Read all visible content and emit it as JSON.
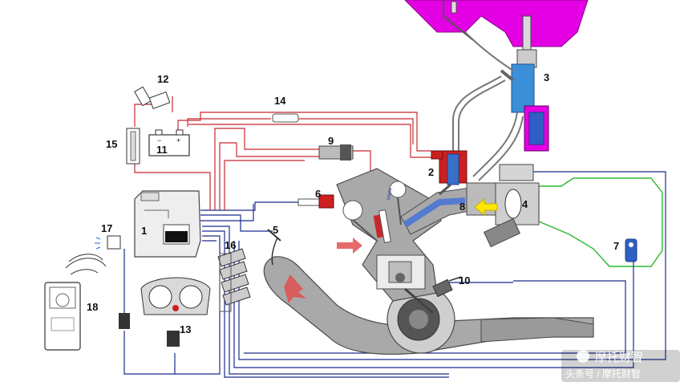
{
  "colors": {
    "harness_red": "#c8282d",
    "harness_blue": "#1c2b8f",
    "airbox_green": "#2eb82e",
    "fuel_tank_magenta": "#e300e3",
    "injector_red": "#cc1f1f",
    "engine_grey": "#a9a9a9",
    "engine_outline": "#4a4a4a",
    "intake_blue": "#3e6fd8",
    "arrow_yellow": "#ffe600"
  },
  "callouts": {
    "n1": "1",
    "n2": "2",
    "n3": "3",
    "n4": "4",
    "n5": "5",
    "n6": "6",
    "n7": "7",
    "n8": "8",
    "n9": "9",
    "n10": "10",
    "n11": "11",
    "n12": "12",
    "n13": "13",
    "n14": "14",
    "n15": "15",
    "n16": "16",
    "n17": "17",
    "n18": "18"
  },
  "battery_terminals": {
    "minus": "−",
    "plus": "+"
  },
  "watermark": {
    "brand": "摩托财智",
    "credit": "头条号 / 摩托财智"
  }
}
